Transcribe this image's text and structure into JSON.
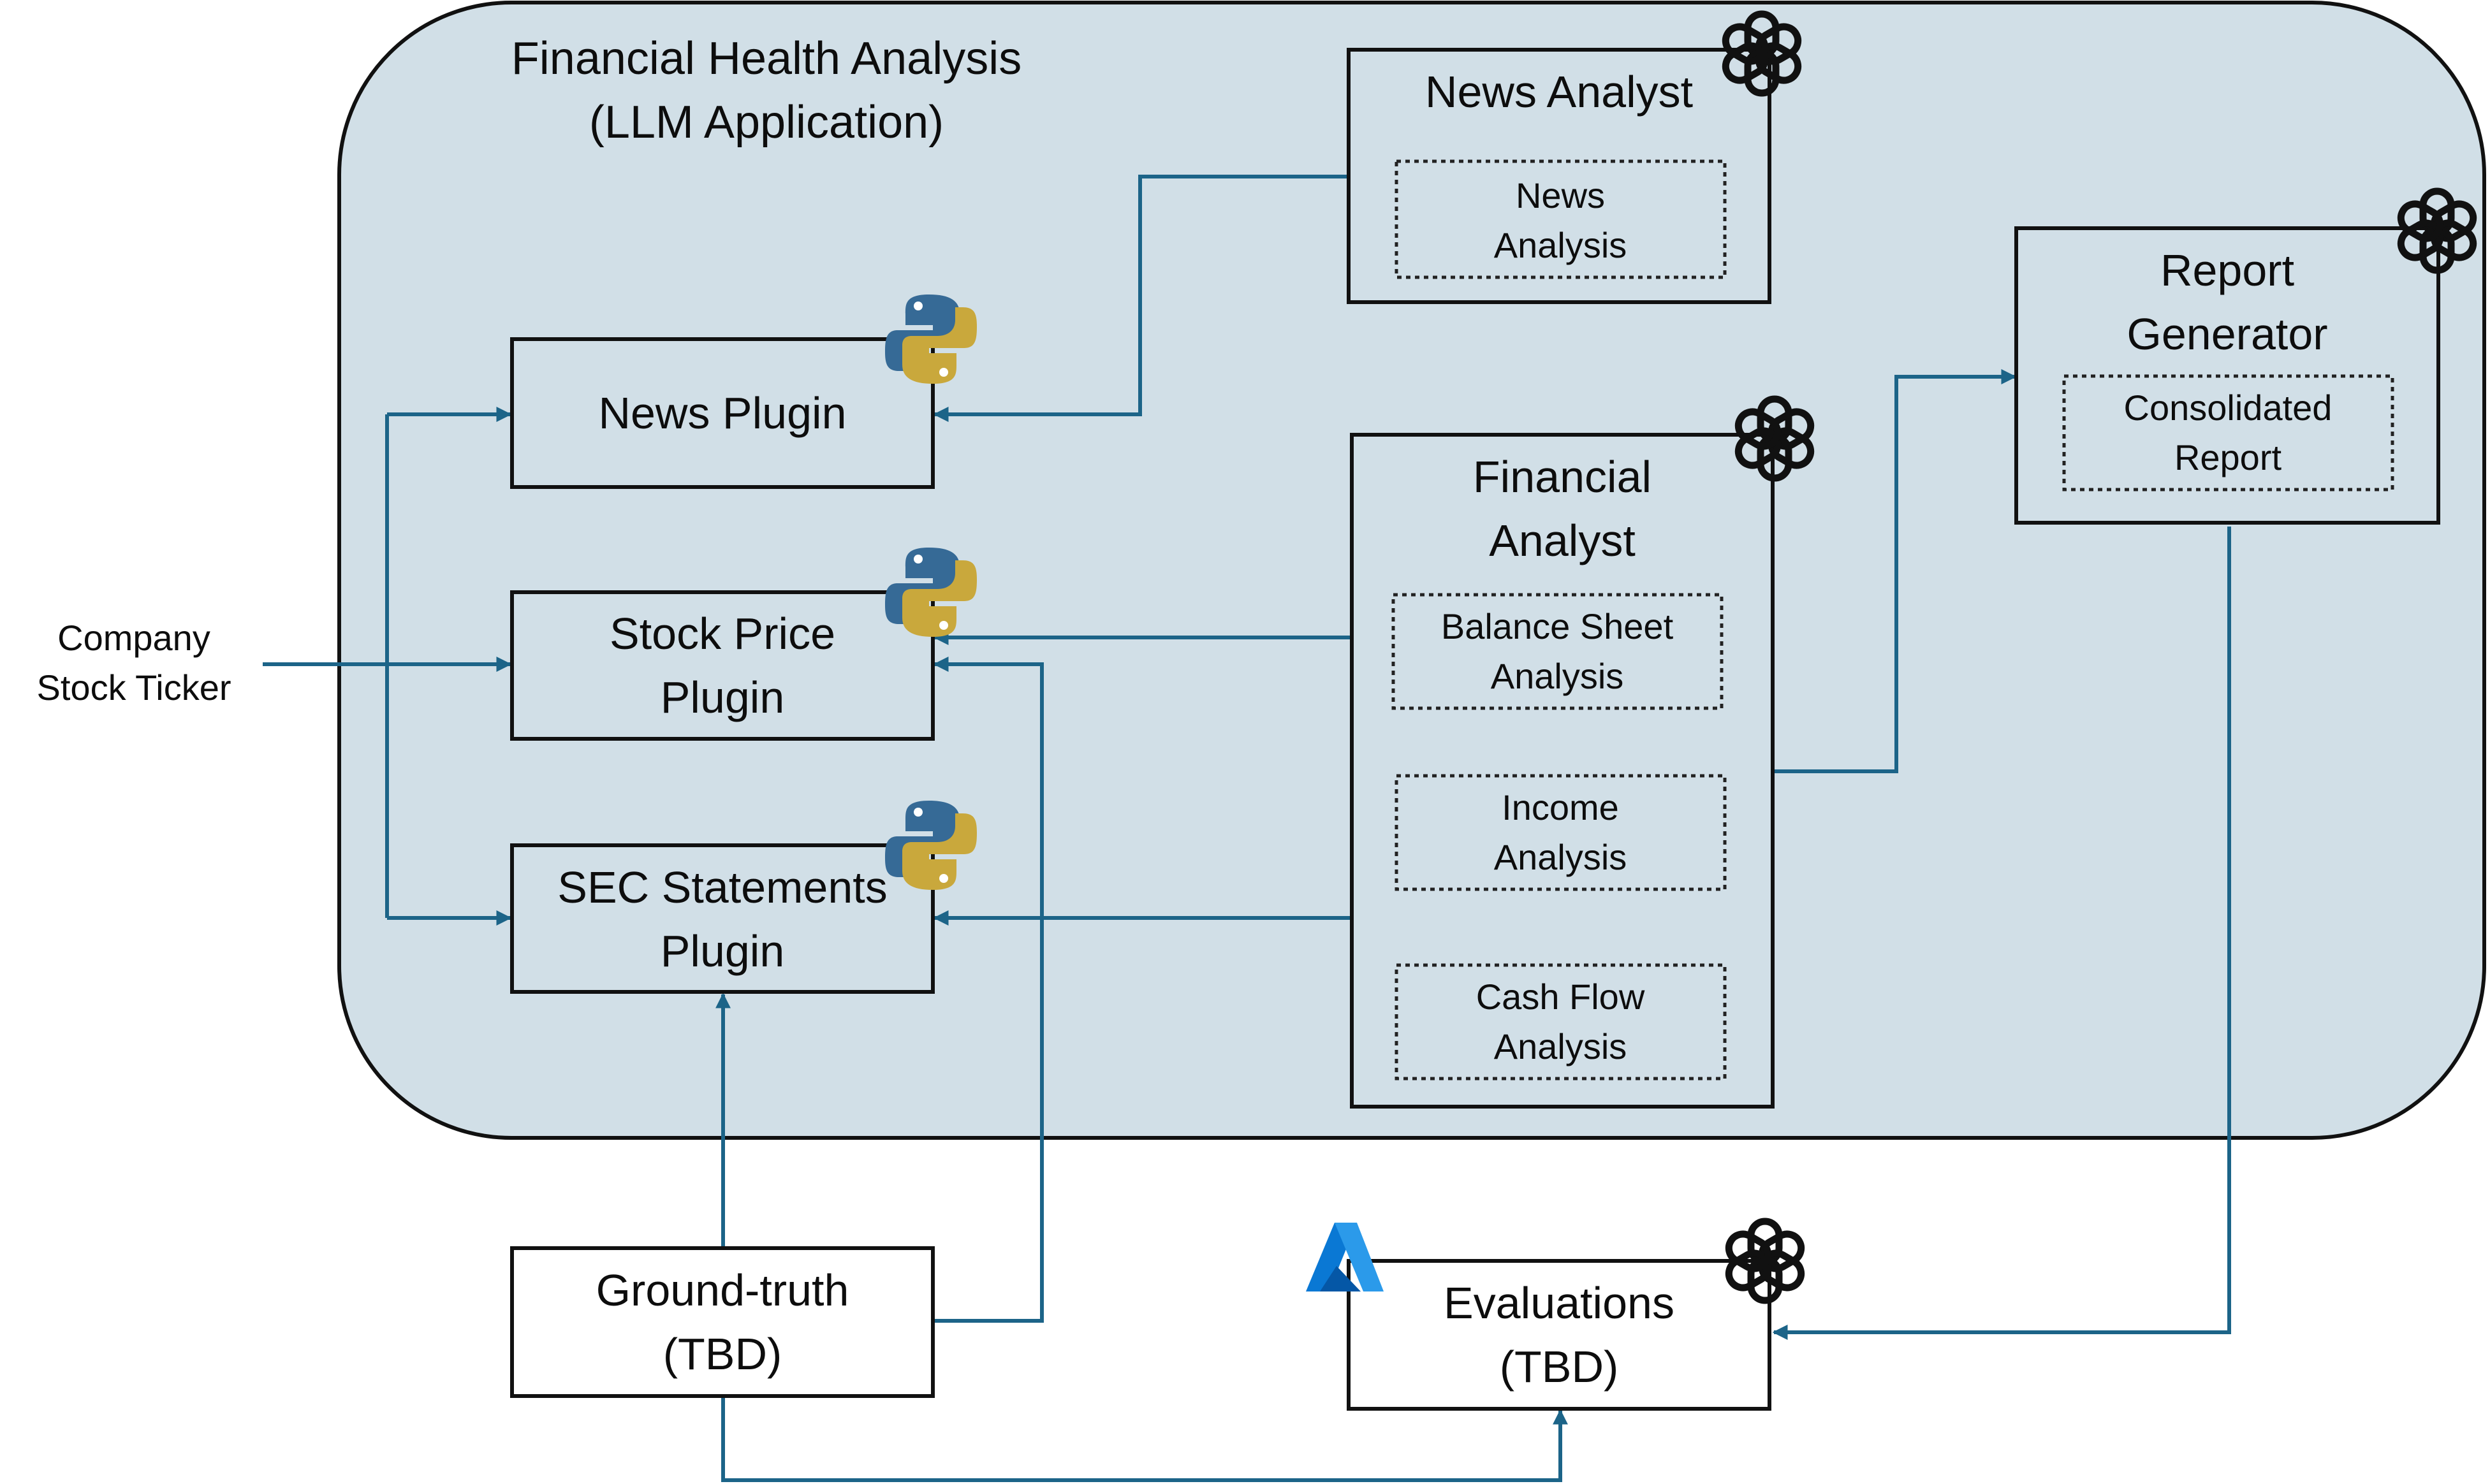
{
  "container": {
    "title_line1": "Financial Health Analysis",
    "title_line2": "(LLM Application)"
  },
  "input": {
    "line1": "Company",
    "line2": "Stock Ticker"
  },
  "plugins": {
    "news": "News Plugin",
    "stock_line1": "Stock Price",
    "stock_line2": "Plugin",
    "sec_line1": "SEC Statements",
    "sec_line2": "Plugin"
  },
  "news_analyst": {
    "title": "News Analyst",
    "task_line1": "News",
    "task_line2": "Analysis"
  },
  "financial_analyst": {
    "title_line1": "Financial",
    "title_line2": "Analyst",
    "tasks": [
      {
        "line1": "Balance Sheet",
        "line2": "Analysis"
      },
      {
        "line1": "Income",
        "line2": "Analysis"
      },
      {
        "line1": "Cash Flow",
        "line2": "Analysis"
      }
    ]
  },
  "report_generator": {
    "title_line1": "Report",
    "title_line2": "Generator",
    "task_line1": "Consolidated",
    "task_line2": "Report"
  },
  "ground_truth": {
    "line1": "Ground-truth",
    "line2": "(TBD)"
  },
  "evaluations": {
    "line1": "Evaluations",
    "line2": "(TBD)"
  },
  "colors": {
    "container_fill": "#d1dfe7",
    "connector": "#1c6488",
    "python_blue": "#366a96",
    "python_yellow": "#c9a83c",
    "azure_blue": "#0a78d4"
  },
  "icons": {
    "plugins": "python-icon",
    "agents": "openai-icon",
    "evaluations": "azure-icon"
  }
}
